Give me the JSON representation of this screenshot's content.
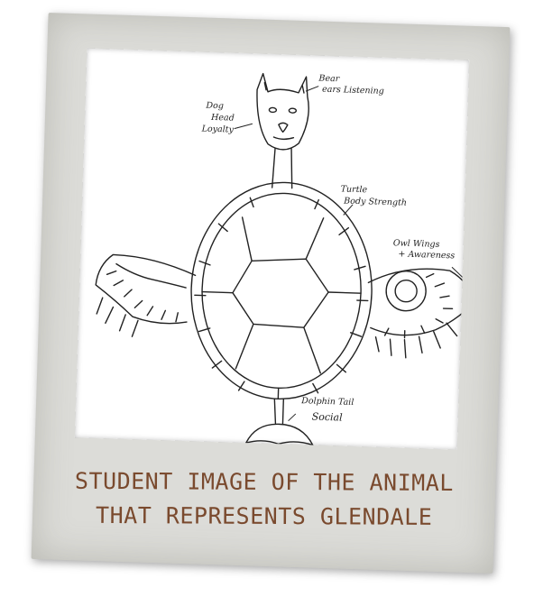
{
  "photo": {
    "annotations": {
      "bear_ears": "Bear",
      "bear_ears_2": "ears Listening",
      "dog_head": "Dog",
      "dog_head_2": "Head",
      "dog_head_3": "Loyalty",
      "turtle_body": "Turtle",
      "turtle_body_2": "Body Strength",
      "owl_wings": "Owl Wings",
      "owl_wings_2": "+ Awareness",
      "dolphin_tail": "Dolphin Tail",
      "dolphin_tail_2": "Social"
    }
  },
  "caption": {
    "line1": "STUDENT IMAGE OF THE ANIMAL",
    "line2": "THAT REPRESENTS GLENDALE"
  },
  "colors": {
    "frame": "#dcdcd8",
    "caption_ink": "#7a4a2e",
    "pencil": "#222222"
  }
}
